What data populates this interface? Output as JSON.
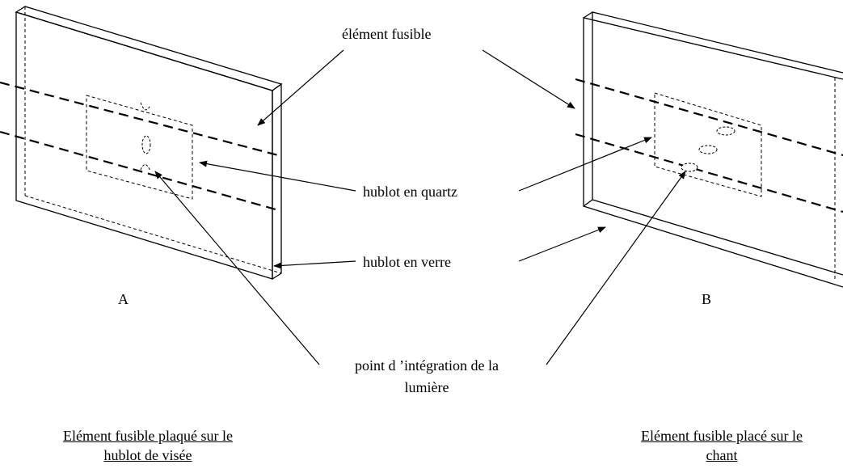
{
  "labels": {
    "element_fusible": "élément fusible",
    "hublot_quartz": "hublot en quartz",
    "hublot_verre": "hublot en verre",
    "panel_a": "A",
    "panel_b": "B",
    "point_integration_line1": "point d ’intégration de la",
    "point_integration_line2": "lumière"
  },
  "captions": {
    "a_line1": "Elément fusible plaqué sur le",
    "a_line2": "hublot de visée",
    "b_line1": "Elément fusible placé sur le",
    "b_line2": "chant"
  },
  "colors": {
    "stroke": "#000000",
    "background": "#ffffff"
  }
}
